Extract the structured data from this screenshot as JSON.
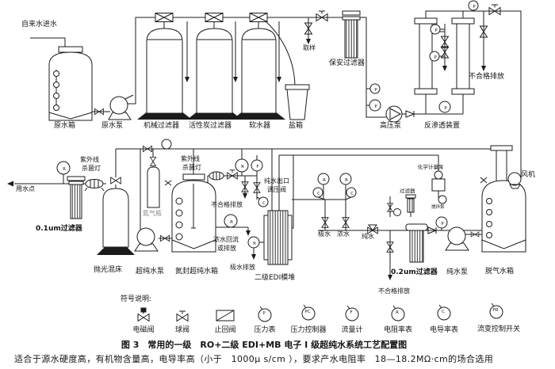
{
  "labels": {
    "tap_inlet": "自来水进水",
    "raw_tank": "原水箱",
    "raw_pump": "原水泵",
    "mech_filter": "机械过滤器",
    "carbon_filter": "活性炭过滤器",
    "softener": "软水器",
    "salt_tank": "盐箱",
    "sampling": "取样",
    "security_filter": "保安过滤器",
    "hp_pump": "高压泵",
    "ro_unit": "反渗透装置",
    "reject_top": "不合格排放",
    "water_point": "用水点",
    "uv_l1": "紫外线",
    "uv_l2": "杀菌灯",
    "filter_01um": "0.1um过滤器",
    "polishing_bed": "抛光混床",
    "up_pump": "超纯水泵",
    "n2_bottle": "氮气瓶",
    "n2_tank": "氮封超纯水箱",
    "reject_mid": "不合格排放",
    "pw_valve_l1": "纯水出口",
    "pw_valve_l2": "调压阀",
    "conc_l1": "浓水回流",
    "conc_l2": "或排放",
    "elec_drain": "极水排放",
    "edi": "二级EDI模堆",
    "elec_water": "极水",
    "conc_water": "浓水",
    "pure_water": "纯水",
    "chem_pump": "化学计量泵",
    "small_filter": "过滤器",
    "agitator": "搅拌泵",
    "filter_02um": "0.2um过滤器",
    "reject_bot": "不合格排放",
    "pure_pump": "纯水泵",
    "degas_tank": "脱气水箱",
    "fan": "风机"
  },
  "symbols": {
    "p": "P",
    "f": "F",
    "r": "R",
    "c": "C"
  },
  "legend_title": "符号说明:",
  "legend": [
    {
      "letter": "",
      "label": "电磁阀"
    },
    {
      "letter": "",
      "label": "球阀"
    },
    {
      "letter": "",
      "label": "止回阀"
    },
    {
      "letter": "P",
      "label": "压力表"
    },
    {
      "letter": "PC",
      "label": "压力控制器"
    },
    {
      "letter": "F",
      "label": "流量计"
    },
    {
      "letter": "R",
      "label": "电阻率表"
    },
    {
      "letter": "C",
      "label": "电导率表"
    },
    {
      "letter": "PR",
      "label": "流变控制开关"
    }
  ],
  "caption": "图 3　常用的一级　RO+二级  EDI+MB 电子 I 级超纯水系统工艺配置图",
  "footnote": "适合于源水硬度高，有机物含量高，电导率高（小于　1000μ s/cm ），要求产水电阻率　18—18.2MΩ·cm的场合选用"
}
